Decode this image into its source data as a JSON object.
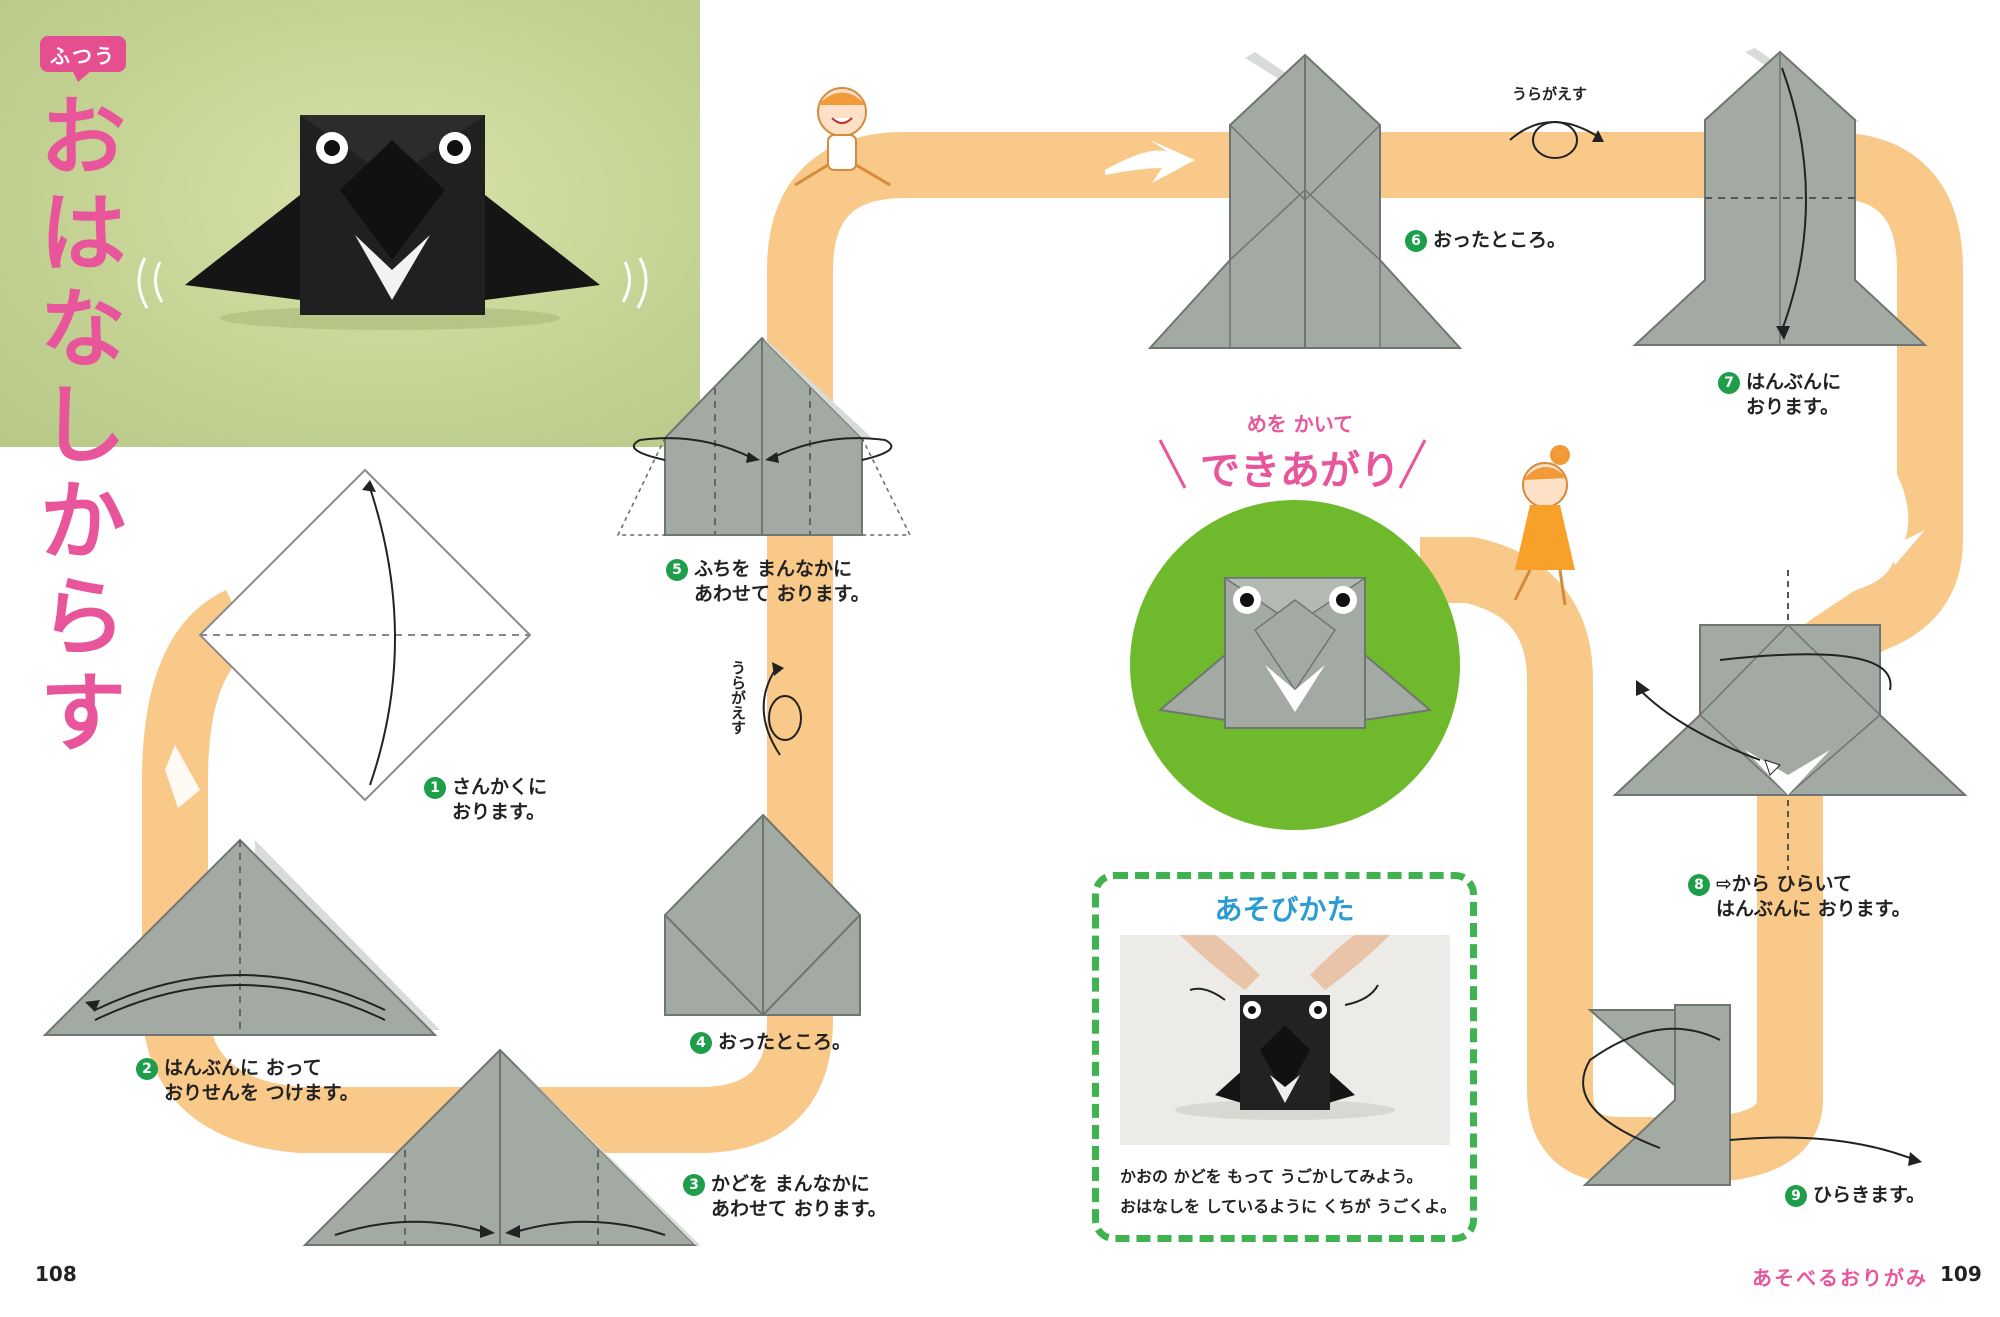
{
  "badge": "ふつう",
  "title_chars": [
    "お",
    "は",
    "な",
    "し",
    "か",
    "ら",
    "す"
  ],
  "steps": [
    {
      "num": "1",
      "lines": [
        "さんかくに",
        "おります。"
      ]
    },
    {
      "num": "2",
      "lines": [
        "はんぶんに おって",
        "おりせんを つけます。"
      ]
    },
    {
      "num": "3",
      "lines": [
        "かどを まんなかに",
        "あわせて おります。"
      ]
    },
    {
      "num": "4",
      "lines": [
        "おったところ。"
      ]
    },
    {
      "num": "5",
      "lines": [
        "ふちを まんなかに",
        "あわせて おります。"
      ]
    },
    {
      "num": "6",
      "lines": [
        "おったところ。"
      ]
    },
    {
      "num": "7",
      "lines": [
        "はんぶんに",
        "おります。"
      ]
    },
    {
      "num": "8",
      "lines": [
        "⇨から ひらいて",
        "はんぶんに おります。"
      ]
    },
    {
      "num": "9",
      "lines": [
        "ひらきます。"
      ]
    }
  ],
  "flip_label": "うらがえす",
  "flip_label_horizontal": "うらがえす",
  "done": {
    "sub": "めを かいて",
    "main": "できあがり"
  },
  "play": {
    "title": "あそびかた",
    "lines": [
      "かおの かどを もって うごかしてみよう。",
      "おはなしを しているように くちが うごくよ。"
    ]
  },
  "footer": {
    "left_page": "108",
    "right_title": "あそべるおりがみ",
    "right_page": "109"
  },
  "colors": {
    "path": "#f9c98a",
    "paper": "#a3aaa3",
    "pink": "#e8559a",
    "green": "#6fba2c",
    "step_num": "#1e9e4a"
  }
}
